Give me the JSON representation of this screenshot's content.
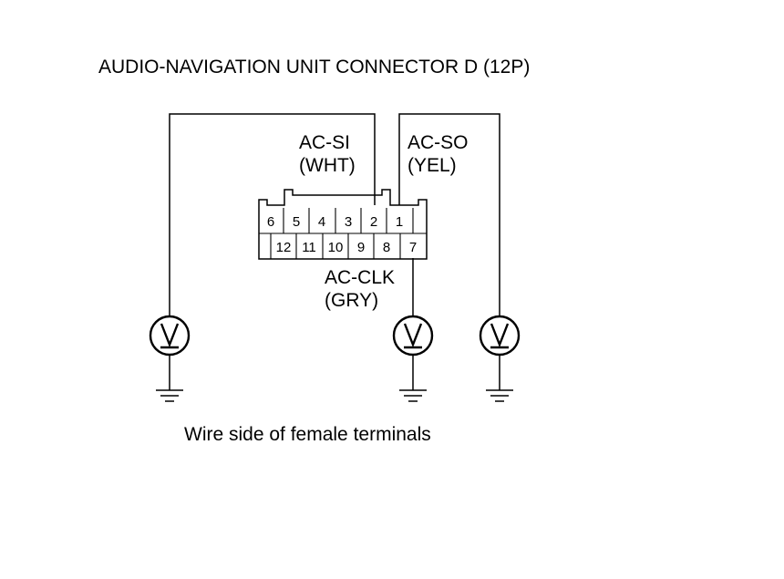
{
  "title": "AUDIO-NAVIGATION UNIT CONNECTOR D (12P)",
  "caption": "Wire side of female terminals",
  "connector": {
    "top_row": [
      "6",
      "5",
      "4",
      "3",
      "2",
      "1"
    ],
    "bottom_row": [
      "12",
      "11",
      "10",
      "9",
      "8",
      "7"
    ]
  },
  "signals": [
    {
      "name": "AC-SI",
      "color": "(WHT)",
      "terminal": "2"
    },
    {
      "name": "AC-SO",
      "color": "(YEL)",
      "terminal": "1"
    },
    {
      "name": "AC-CLK",
      "color": "(GRY)",
      "terminal": "7"
    }
  ],
  "meter_symbol": "voltmeter-icon",
  "ground_symbol": "ground-icon"
}
